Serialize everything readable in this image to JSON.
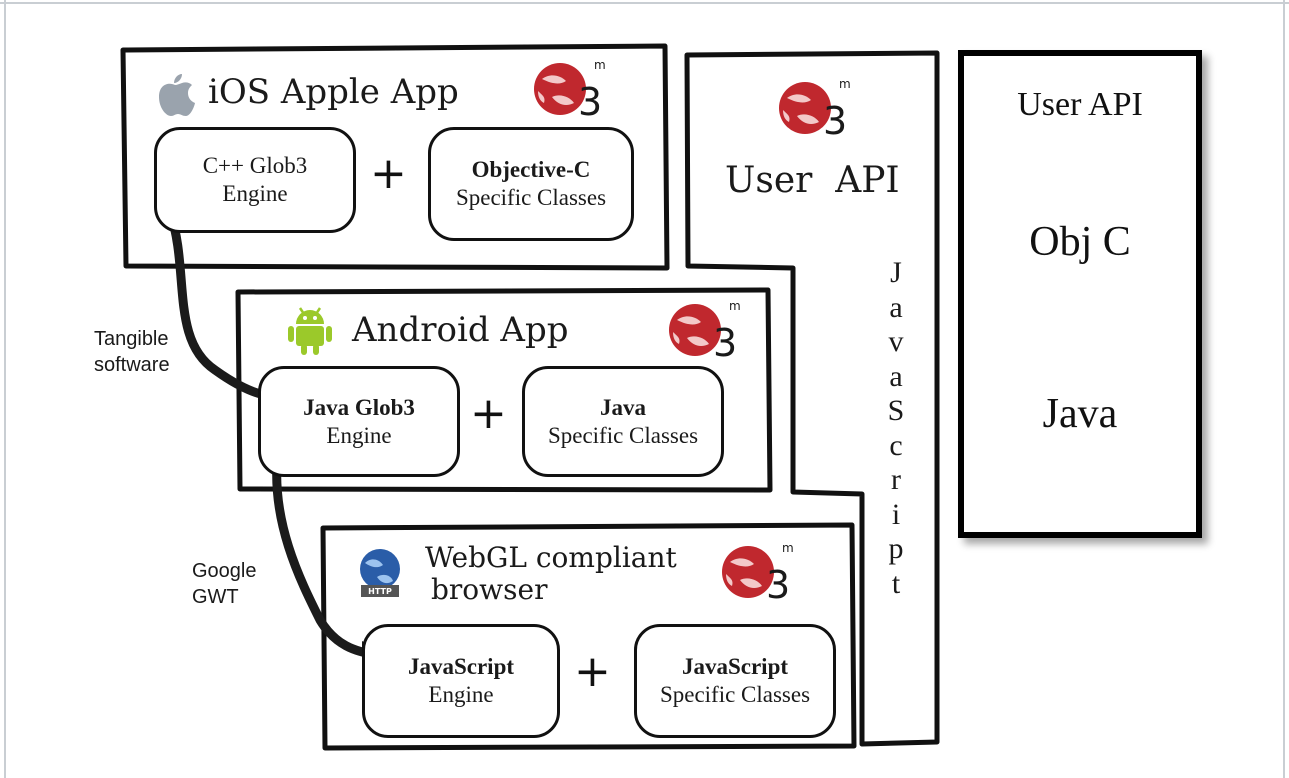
{
  "ios": {
    "title": "iOS Apple App",
    "engine_line1": "C++ Glob3",
    "engine_line2": "Engine",
    "specific_line1": "Objective-C",
    "specific_line2": "Specific Classes",
    "plus": "+"
  },
  "android": {
    "title": "Android App",
    "engine_line1": "Java Glob3",
    "engine_line2": "Engine",
    "specific_line1": "Java",
    "specific_line2": "Specific Classes",
    "plus": "+"
  },
  "webgl": {
    "title_line1": "WebGL compliant",
    "title_line2": "browser",
    "engine_line1": "JavaScript",
    "engine_line2": "Engine",
    "specific_line1": "JavaScript",
    "specific_line2": "Specific Classes",
    "plus": "+"
  },
  "arrows": {
    "tangible_line1": "Tangible",
    "tangible_line2": "software",
    "gwt_line1": "Google",
    "gwt_line2": "GWT"
  },
  "user_api_panel": {
    "title": "User  API",
    "javascript_letters": [
      "J",
      "a",
      "v",
      "a",
      "S",
      "c",
      "r",
      "i",
      "p",
      "t"
    ]
  },
  "legend_panel": {
    "user_api": "User API",
    "obj_c": "Obj C",
    "java": "Java"
  },
  "logo": {
    "superscript": "m",
    "digit": "3",
    "colors": {
      "globe_red": "#c0282e",
      "globe_light": "#f3c9c9"
    }
  },
  "icons": [
    "apple-icon",
    "android-icon",
    "globe-http-icon",
    "glob3-logo-icon"
  ],
  "colors": {
    "android_green": "#9bc92a",
    "apple_gray": "#9aa3ad",
    "http_blue": "#2a5da8"
  }
}
